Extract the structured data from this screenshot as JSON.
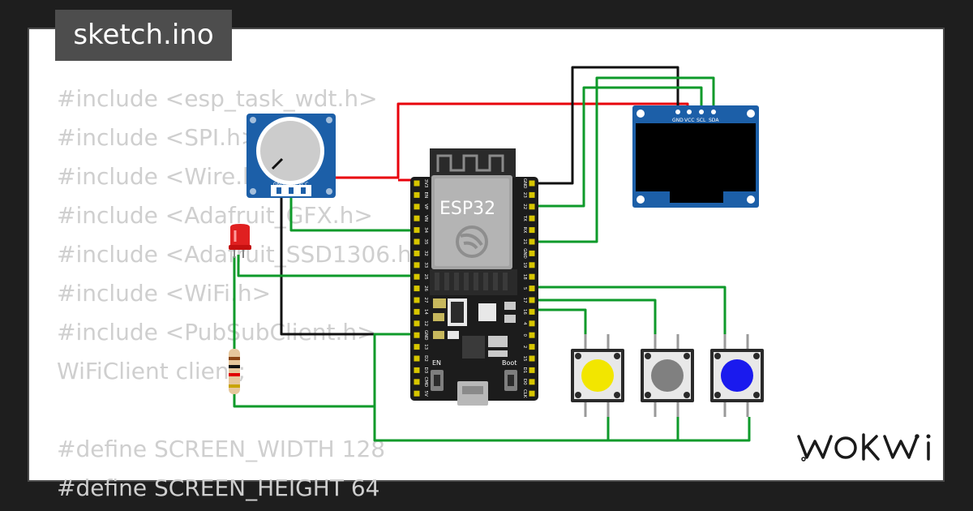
{
  "tab": {
    "filename": "sketch.ino"
  },
  "code_lines": [
    "#include <esp_task_wdt.h>",
    "#include <SPI.h>",
    "#include <Wire.h>",
    "#include <Adafruit_GFX.h>",
    "#include <Adafruit_SSD1306.h>",
    "#include <WiFi.h>",
    "#include <PubSubClient.h>",
    "WiFiClient client;",
    "",
    "#define SCREEN_WIDTH 128",
    "#define SCREEN_HEIGHT 64"
  ],
  "board": {
    "chip_label": "ESP32",
    "en_label": "EN",
    "boot_label": "Boot",
    "left_pins": [
      "3V3",
      "EN",
      "VP",
      "VN",
      "34",
      "35",
      "32",
      "33",
      "25",
      "26",
      "27",
      "14",
      "12",
      "GND",
      "13",
      "D2",
      "D3",
      "CMD",
      "5V"
    ],
    "right_pins": [
      "GND",
      "23",
      "22",
      "TX",
      "RX",
      "21",
      "GND",
      "19",
      "18",
      "5",
      "17",
      "16",
      "4",
      "0",
      "2",
      "15",
      "D1",
      "D0",
      "CLK"
    ]
  },
  "potentiometer": {
    "pins": [
      "GND",
      "SIG",
      "VCC"
    ]
  },
  "oled": {
    "pins": [
      "GND",
      "VCC",
      "SCL",
      "SDA"
    ]
  },
  "buttons": [
    {
      "cap_color": "#f2e600"
    },
    {
      "cap_color": "#808080"
    },
    {
      "cap_color": "#1a1aee"
    }
  ],
  "colors": {
    "wire_red": "#e8000b",
    "wire_green": "#0e9a2a",
    "wire_black": "#111111",
    "board": "#1c1c1c",
    "pin_gold": "#d7c600",
    "led": "#e02020",
    "oled_blue": "#1c5fa8"
  },
  "brand": {
    "logo": "WOKWI"
  }
}
